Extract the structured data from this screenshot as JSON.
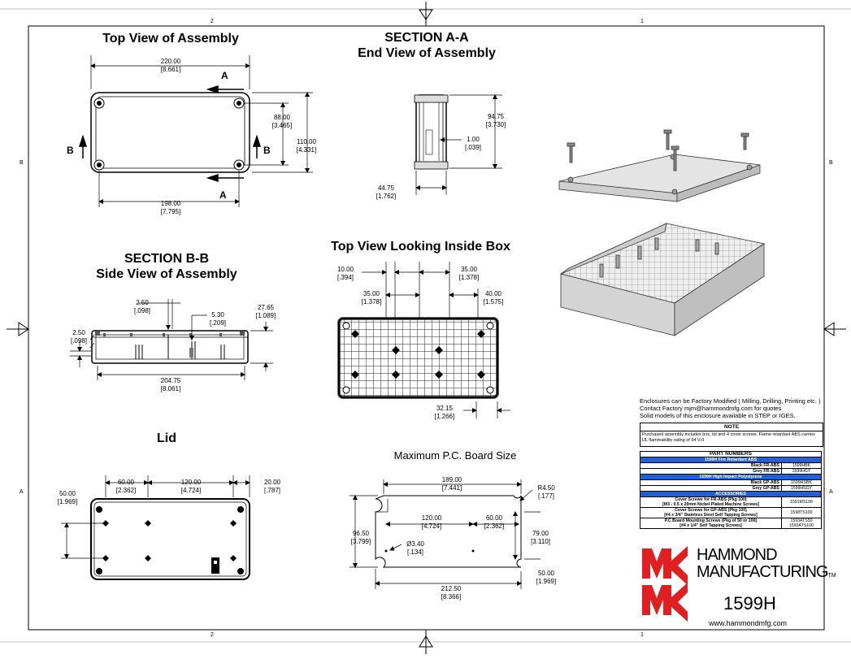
{
  "sheet": {
    "zone_cols": [
      "2",
      "1"
    ],
    "zone_rows": [
      "B",
      "A"
    ]
  },
  "top_view": {
    "title": "Top View of Assembly",
    "dim_width": "220.00",
    "dim_width_in": "[8.661]",
    "dim_hole_y": "88.00",
    "dim_hole_y_in": "[3.465]",
    "dim_height": "110.00",
    "dim_height_in": "[4.331]",
    "dim_hole_x": "198.00",
    "dim_hole_x_in": "[7.795]",
    "section_a": "A",
    "section_b": "B"
  },
  "section_aa": {
    "title_line1": "SECTION A-A",
    "title_line2": "End View of Assembly",
    "dim_height": "94.75",
    "dim_height_in": "[3.730]",
    "dim_wall": "1.00",
    "dim_wall_in": "[.039]",
    "dim_width": "44.75",
    "dim_width_in": "[1.762]"
  },
  "section_bb": {
    "title_line1": "SECTION B-B",
    "title_line2": "Side View of Assembly",
    "dim_top": "2.50",
    "dim_top_in": "[.098]",
    "dim_lid": "5.30",
    "dim_lid_in": "[.209]",
    "dim_depth": "27.65",
    "dim_depth_in": "[1.089]",
    "dim_left": "2.50",
    "dim_left_in": "[.098]",
    "dim_length": "204.75",
    "dim_length_in": "[8.061]"
  },
  "inside_view": {
    "title": "Top View Looking Inside Box",
    "dim_a": "10.00",
    "dim_a_in": "[.394]",
    "dim_b": "35.00",
    "dim_b_in": "[1.378]",
    "dim_c": "35.00",
    "dim_c_in": "[1.378]",
    "dim_d": "40.00",
    "dim_d_in": "[1.575]",
    "dim_e": "32.15",
    "dim_e_in": "[1.266]"
  },
  "lid": {
    "title": "Lid",
    "dim_a": "60.00",
    "dim_a_in": "[2.362]",
    "dim_b": "120.00",
    "dim_b_in": "[4.724]",
    "dim_c": "20.00",
    "dim_c_in": "[.787]",
    "dim_d": "50.00",
    "dim_d_in": "[1.969]"
  },
  "pcb": {
    "title": "Maximum P.C. Board Size",
    "dim_top": "189.00",
    "dim_top_in": "[7.441]",
    "dim_radius": "R4.50",
    "dim_radius_in": "[.177]",
    "dim_mid_a": "120.00",
    "dim_mid_a_in": "[4.724]",
    "dim_mid_b": "60.00",
    "dim_mid_b_in": "[2.362]",
    "dim_height": "96.50",
    "dim_height_in": "[3.799]",
    "dim_inner_h": "79.00",
    "dim_inner_h_in": "[3.110]",
    "dim_hole": "Ø3.40",
    "dim_hole_in": "[.134]",
    "dim_notch": "50.00",
    "dim_notch_in": "[1.969]",
    "dim_width": "212.50",
    "dim_width_in": "[8.366]"
  },
  "info": {
    "line1": "Enclosures can be Factory Modified ( Milling, Drilling, Printing etc. )",
    "line2": "Contact Factory        mjm@hammondmfg.com for quotes",
    "line3": "Solid models of this enclosure available in STEP or IGES.",
    "note_header": "NOTE",
    "note_text": "Purchased assembly includes box, lid and 4 cover screws. Flame retardant ABS carries UL flammability rating of 94 V-0"
  },
  "parts": {
    "header": "PART NUMBERS",
    "band1": "1599H Fire Retardant ABS",
    "r1_desc": "Black FR-ABS",
    "r1_pn": "1599HBK",
    "r2_desc": "Grey FR-ABS",
    "r2_pn": "1599HGY",
    "band2": "1599H High Impact Polystyrene",
    "r3_desc": "Black GP-ABS",
    "r3_pn": "1599HSBK",
    "r4_desc": "Grey GP-ABS",
    "r4_pn": "1599HSGY",
    "band3": "ACCESSORIES",
    "a1_desc1": "Cover Screws for FR-ABS (Pkg 100)",
    "a1_desc2": "[M3 - 0.5 x 20mm Nickel Plated Machine Screws]",
    "a1_pn": "1591MS100",
    "a2_desc1": "Cover Screws  for GP-ABS (Pkg 100)",
    "a2_desc2": "[#4 x 3/4\" Stainless Steel Self Tapping Screws]",
    "a2_pn": "1598TS100",
    "a3_desc1": "P.C Board Mounting Screws (Pkg of 50 or 100)",
    "a3_desc2": "[#4 x 1/4\" Self Tapping Screws]",
    "a3_pn1": "1593ATS50",
    "a3_pn2": "1593ATS100"
  },
  "brand": {
    "name_line1": "HAMMOND",
    "name_line2": "MANUFACTURING",
    "tm": "TM",
    "model": "1599H",
    "website": "www.hammondmfg.com",
    "logo_color": "#e02020"
  }
}
